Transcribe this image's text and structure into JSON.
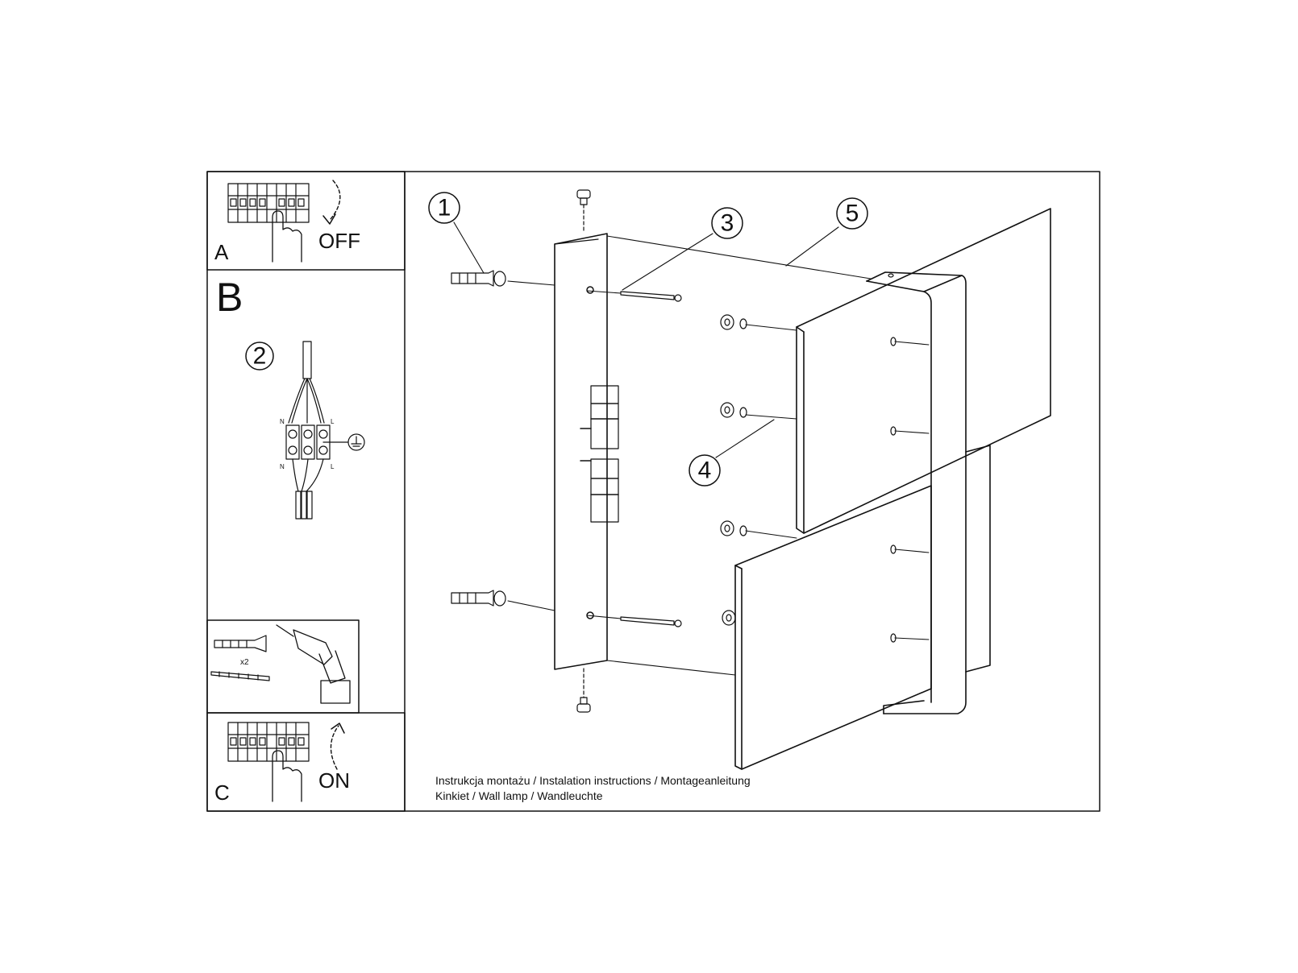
{
  "panels": {
    "a": {
      "letter": "A",
      "switch_label": "OFF"
    },
    "b": {
      "letter": "B",
      "wiring": {
        "live": "L",
        "neutral": "N"
      }
    },
    "tools": {
      "quantity": "x2"
    },
    "c": {
      "letter": "C",
      "switch_label": "ON"
    }
  },
  "callouts": [
    "1",
    "2",
    "3",
    "4",
    "5"
  ],
  "footer": {
    "line1": "Instrukcja montażu / Instalation instructions / Montageanleitung",
    "line2": "Kinkiet / Wall lamp / Wandleuchte"
  }
}
